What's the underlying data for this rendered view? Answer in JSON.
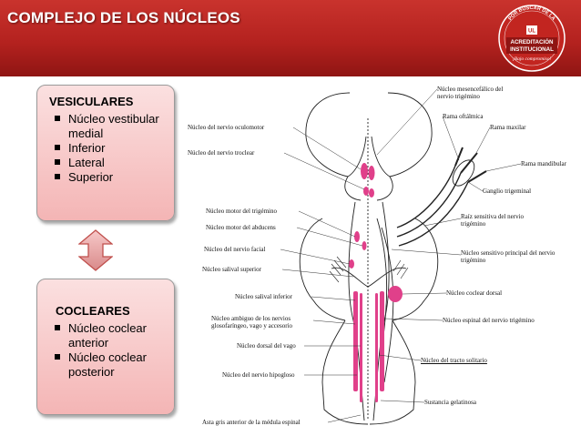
{
  "header": {
    "title": "COMPLEJO DE LOS NÚCLEOS",
    "seal": {
      "arc_text": "POR BUSCAR DE LA",
      "line1": "ACREDITACIÓN",
      "line2": "INSTITUCIONAL",
      "line3": "¡Bajo compromiso!",
      "line4": "UL"
    }
  },
  "vesiculares": {
    "title": "VESICULARES",
    "items": [
      "Núcleo vestibular medial",
      "Inferior",
      "Lateral",
      "Superior"
    ]
  },
  "cocleares": {
    "title": "COCLEARES",
    "items": [
      "Núcleo coclear anterior",
      "Núcleo coclear posterior"
    ]
  },
  "diagram": {
    "labels_left": [
      "Núcleo del nervio oculomotor",
      "Núcleo del nervio troclear",
      "Núcleo motor del trigémino",
      "Núcleo motor del abducens",
      "Núcleo del nervio facial",
      "Núcleo salival superior",
      "Núcleo salival inferior",
      "Núcleo ambiguo de los nervios glosofaríngeo, vago y accesorio",
      "Núcleo dorsal del vago",
      "Núcleo del nervio hipogloso",
      "Asta gris anterior de la médula espinal"
    ],
    "labels_right": [
      "Núcleo mesencefálico del nervio trigémino",
      "Rama oftálmica",
      "Rama maxilar",
      "Rama mandibular",
      "Ganglio trigeminal",
      "Raíz sensitiva del nervio trigémino",
      "Núcleo sensitivo principal del nervio trigémino",
      "Núcleo coclear dorsal",
      "Núcleo espinal del nervio trigémino",
      "Núcleo del tracto solitario",
      "Sustancia gelatinosa"
    ]
  },
  "colors": {
    "header": "#b4221f",
    "box_fill": "#f4b5b5",
    "nucleus": "#e0408a"
  }
}
